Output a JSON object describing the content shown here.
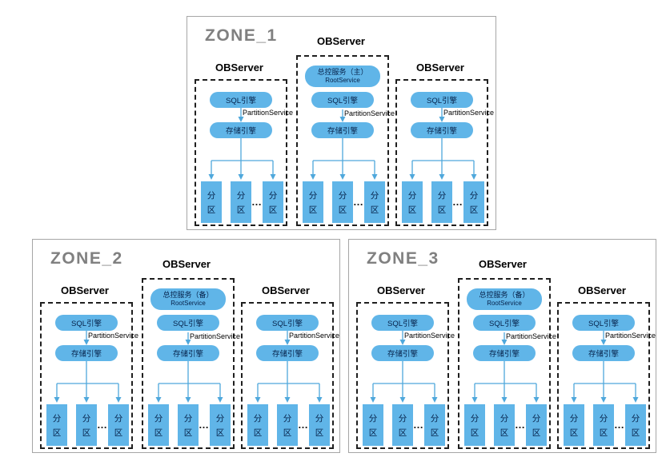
{
  "labels": {
    "observer": "OBServer",
    "sql_engine": "SQL引擎",
    "storage_engine": "存储引擎",
    "partition_service": "PartitionService",
    "partition_char_top": "分",
    "partition_char_bottom": "区",
    "ellipsis": "…",
    "root_service_name": "RootService"
  },
  "zones": [
    {
      "title": "ZONE_1",
      "top_server_label": "OBServer",
      "servers": [
        {
          "type": "observer",
          "label": "OBServer"
        },
        {
          "type": "observer-with-root",
          "root_title": "总控服务（主）",
          "root_sub": "RootService"
        },
        {
          "type": "observer",
          "label": "OBServer"
        }
      ]
    },
    {
      "title": "ZONE_2",
      "top_server_label": "OBServer",
      "servers": [
        {
          "type": "observer",
          "label": "OBServer"
        },
        {
          "type": "observer-with-root",
          "root_title": "总控服务（备）",
          "root_sub": "RootService"
        },
        {
          "type": "observer",
          "label": "OBServer"
        }
      ]
    },
    {
      "title": "ZONE_3",
      "top_server_label": "OBServer",
      "servers": [
        {
          "type": "observer",
          "label": "OBServer"
        },
        {
          "type": "observer-with-root",
          "root_title": "总控服务（备）",
          "root_sub": "RootService"
        },
        {
          "type": "observer",
          "label": "OBServer"
        }
      ]
    }
  ],
  "colors": {
    "node_fill": "#60B5E8",
    "connector": "#4FA8DC",
    "zone_title": "#808080",
    "dashed_border": "#1F1F1F",
    "zone_border": "#A6A6A6"
  }
}
